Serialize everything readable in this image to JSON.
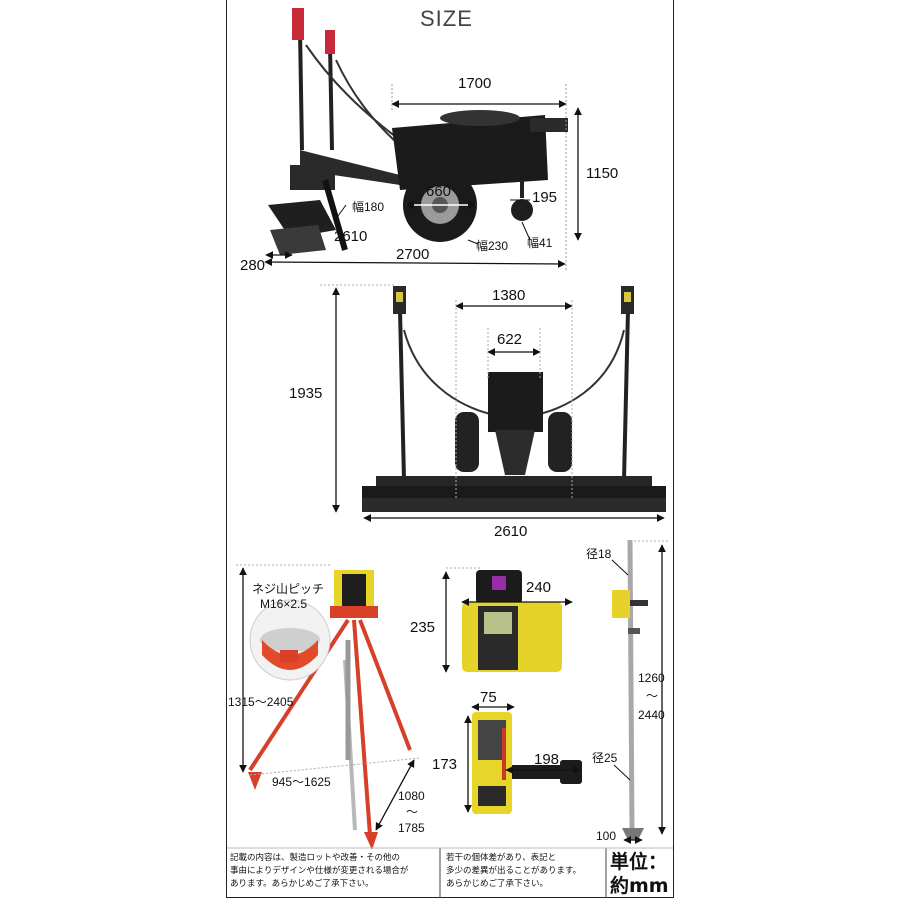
{
  "title": "SIZE",
  "machine_side": {
    "length": "1700",
    "height": "1150",
    "wheel_diameter": "660",
    "caster": "195",
    "screed_width": "幅180",
    "screed_length": "2610",
    "total_length": "2700",
    "screed_depth": "280",
    "wheel_width": "幅230",
    "caster_width": "幅41"
  },
  "machine_front": {
    "wheel_track": "1380",
    "body_width": "622",
    "mast_height": "1935",
    "screed_length": "2610"
  },
  "tripod": {
    "thread_line1": "ネジ山ピッチ",
    "thread_line2": "M16×2.5",
    "height": "1315～2405",
    "spread": "945～1625",
    "leg_length_1": "1080",
    "leg_length_sep": "～",
    "leg_length_2": "1785"
  },
  "laser": {
    "width": "240",
    "height": "235"
  },
  "receiver": {
    "width": "75",
    "height": "173",
    "clamp": "198"
  },
  "pole": {
    "top_diameter": "径18",
    "length_1": "1260",
    "length_sep": "～",
    "length_2": "2440",
    "bottom_diameter": "径25",
    "base": "100"
  },
  "notes": {
    "left_1": "記載の内容は、製造ロットや改善・その他の",
    "left_2": "事由によりデザインや仕様が変更される場合が",
    "left_3": "あります。あらかじめご了承下さい。",
    "right_1": "若干の個体差があり、表記と",
    "right_2": "多少の差異が出ることがあります。",
    "right_3": "あらかじめご了承下さい。",
    "unit_1": "単位：",
    "unit_2": "約mm"
  },
  "colors": {
    "accent": "#f0e22a",
    "tripod": "#e0442a",
    "body": "#1b1b1b",
    "dim_line": "#111111"
  }
}
